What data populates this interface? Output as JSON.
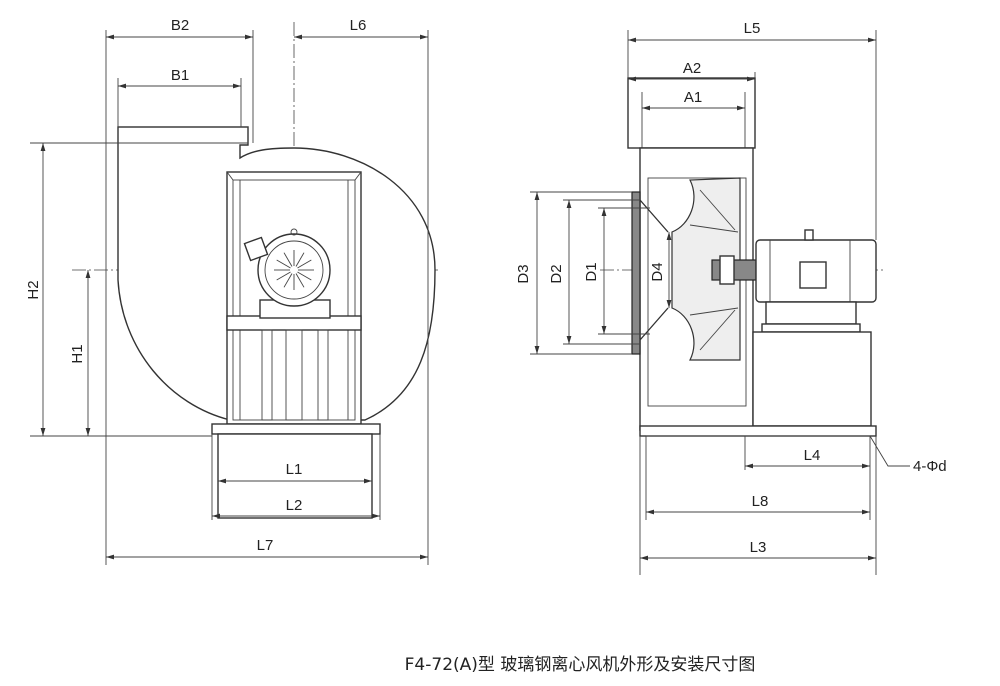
{
  "caption": "F4-72(A)型 玻璃钢离心风机外形及安装尺寸图",
  "front_view": {
    "labels": {
      "B2": "B2",
      "B1": "B1",
      "L6": "L6",
      "H2": "H2",
      "H1": "H1",
      "L1": "L1",
      "L2": "L2",
      "L7": "L7"
    }
  },
  "side_view": {
    "labels": {
      "L5": "L5",
      "A2": "A2",
      "A1": "A1",
      "D3": "D3",
      "D2": "D2",
      "D1": "D1",
      "D4": "D4",
      "L4": "L4",
      "L8": "L8",
      "L3": "L3",
      "holes": "4-Φd"
    }
  }
}
